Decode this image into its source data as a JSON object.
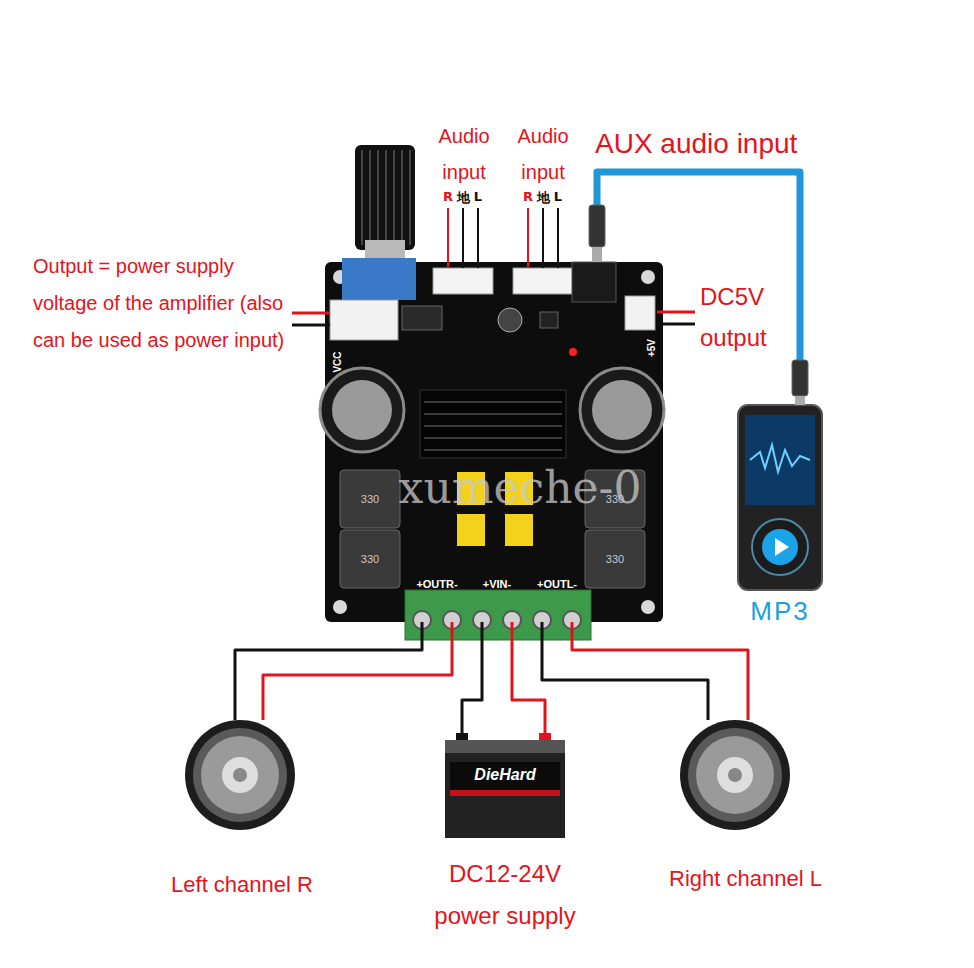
{
  "diagram": {
    "nodes": [
      {
        "text": [
          "VCC",
          "+5V",
          "+OUTR-",
          "+VIN-",
          "+OUTL-"
        ]
      },
      {
        "text": [
          "MP3"
        ]
      },
      {
        "text": [
          "Left channel R"
        ]
      },
      {
        "text": [
          "DieHard",
          "DC12-24V power supply"
        ]
      },
      {
        "text": [
          "Right channel L"
        ]
      }
    ],
    "edges": [
      {
        "from": 0,
        "to": 2,
        "arrow": "none"
      },
      {
        "from": 0,
        "to": 2,
        "arrow": "none"
      },
      {
        "from": 0,
        "to": 3,
        "arrow": "none"
      },
      {
        "from": 0,
        "to": 3,
        "arrow": "none"
      },
      {
        "from": 0,
        "to": 4,
        "arrow": "none"
      },
      {
        "from": 0,
        "to": 4,
        "arrow": "none"
      },
      {
        "from": 1,
        "to": 0,
        "arrow": "none"
      }
    ],
    "labels": [
      "Audio input",
      "R",
      "地",
      "L",
      "Audio input",
      "R",
      "地",
      "L",
      "AUX audio input",
      "Output = power supply voltage of the amplifier (also can be used as power input)",
      "DC5V output",
      "330",
      "330",
      "330",
      "330",
      "xumeche-0"
    ]
  }
}
